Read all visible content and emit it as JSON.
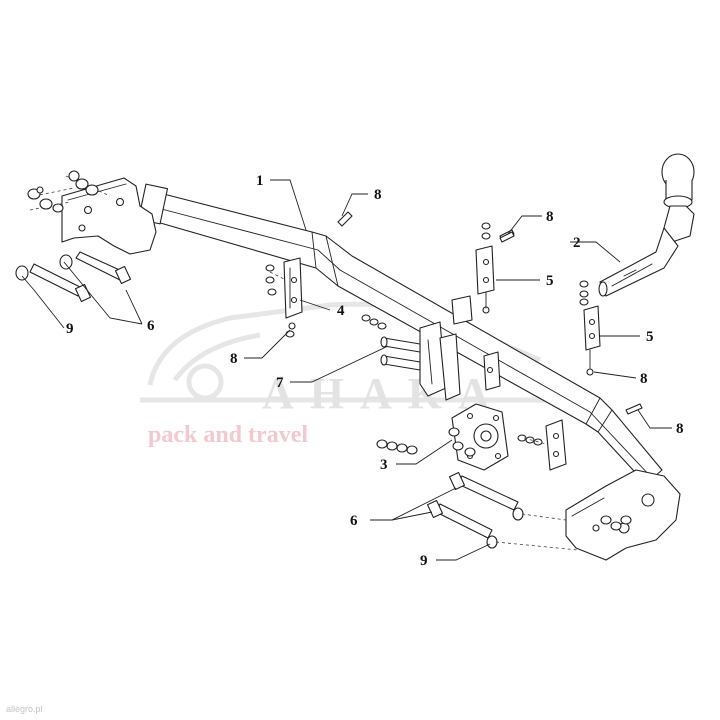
{
  "figure": {
    "callouts": [
      {
        "id": "c1",
        "label": "1"
      },
      {
        "id": "c2",
        "label": "2"
      },
      {
        "id": "c3",
        "label": "3"
      },
      {
        "id": "c4",
        "label": "4"
      },
      {
        "id": "c5a",
        "label": "5"
      },
      {
        "id": "c5b",
        "label": "5"
      },
      {
        "id": "c6a",
        "label": "6"
      },
      {
        "id": "c6b",
        "label": "6"
      },
      {
        "id": "c7",
        "label": "7"
      },
      {
        "id": "c8a",
        "label": "8"
      },
      {
        "id": "c8b",
        "label": "8"
      },
      {
        "id": "c8c",
        "label": "8"
      },
      {
        "id": "c8d",
        "label": "8"
      },
      {
        "id": "c8e",
        "label": "8"
      },
      {
        "id": "c9a",
        "label": "9"
      },
      {
        "id": "c9b",
        "label": "9"
      }
    ]
  },
  "watermark": {
    "name": "AHAKA",
    "tagline": "pack and travel"
  },
  "credit": "allegro.pl"
}
